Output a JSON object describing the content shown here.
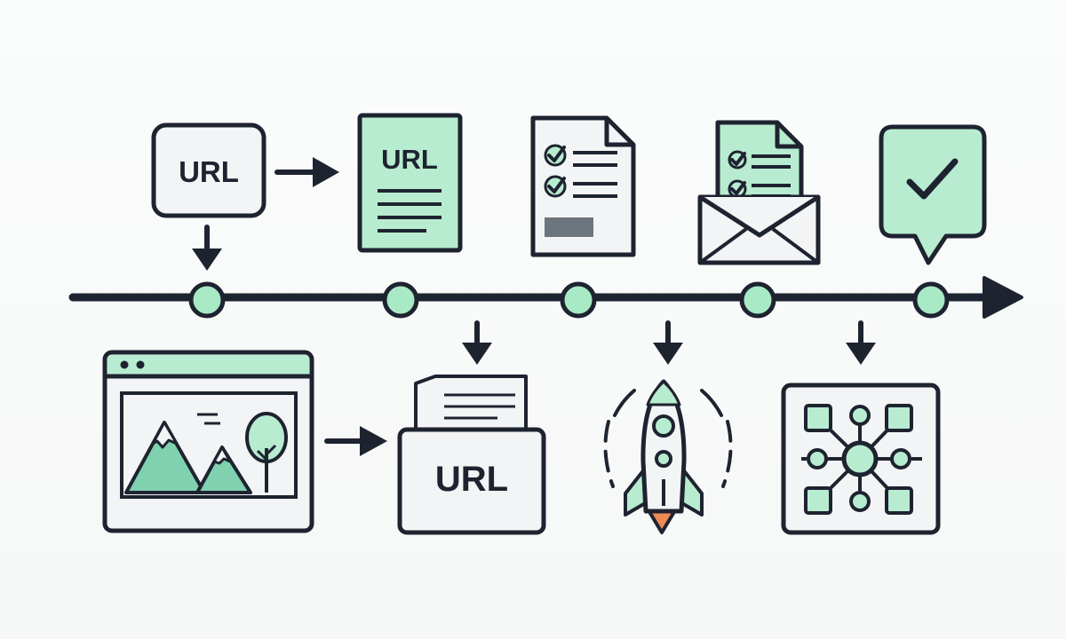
{
  "labels": {
    "url_box": "URL",
    "url_document": "URL",
    "url_folder": "URL"
  },
  "colors": {
    "ink": "#1e2330",
    "mint": "#b8ecd0",
    "mint_node": "#a8e9c6",
    "paper": "#f3f4f5",
    "teal": "#6ccaa8",
    "gray_bar": "#6c757d",
    "flame": "#f08a55"
  },
  "icons": {
    "step1": "url-box-icon",
    "step2": "url-document-icon",
    "step3": "checklist-document-icon",
    "step4": "envelope-checklist-icon",
    "step5": "checkmark-speech-bubble-icon",
    "step6": "browser-window-image-icon",
    "step7": "url-folder-icon",
    "step8": "rocket-launch-icon",
    "step9": "network-hub-icon"
  },
  "timeline": {
    "nodes": 5,
    "direction": "right"
  }
}
